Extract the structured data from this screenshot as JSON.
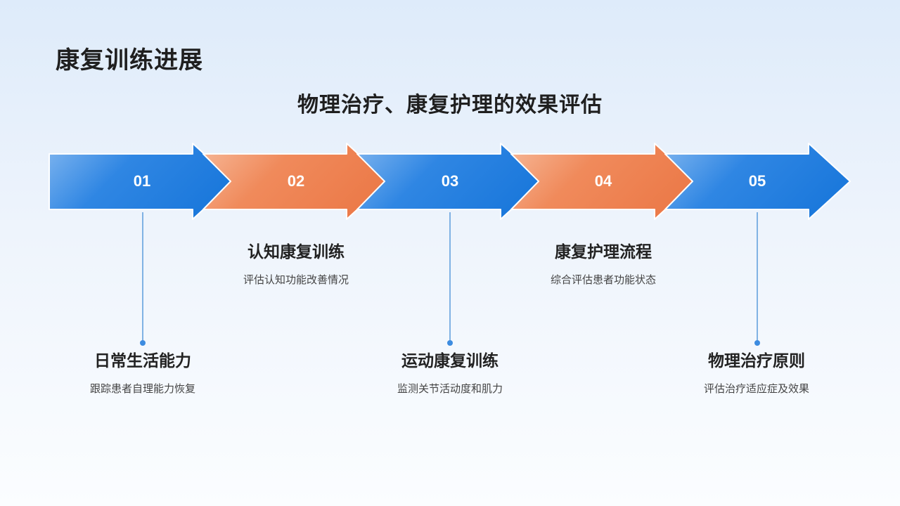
{
  "page": {
    "title": "康复训练进展",
    "subtitle": "物理治疗、康复护理的效果评估"
  },
  "colors": {
    "blue": "#1f7ee0",
    "orange": "#ef7f4e",
    "connector": "#5b9bdc"
  },
  "steps": [
    {
      "number": "01",
      "color": "blue",
      "title": "日常生活能力",
      "description": "跟踪患者自理能力恢复",
      "position": "below"
    },
    {
      "number": "02",
      "color": "orange",
      "title": "认知康复训练",
      "description": "评估认知功能改善情况",
      "position": "above"
    },
    {
      "number": "03",
      "color": "blue",
      "title": "运动康复训练",
      "description": "监测关节活动度和肌力",
      "position": "below"
    },
    {
      "number": "04",
      "color": "orange",
      "title": "康复护理流程",
      "description": "综合评估患者功能状态",
      "position": "above"
    },
    {
      "number": "05",
      "color": "blue",
      "title": "物理治疗原则",
      "description": "评估治疗适应症及效果",
      "position": "below"
    }
  ]
}
